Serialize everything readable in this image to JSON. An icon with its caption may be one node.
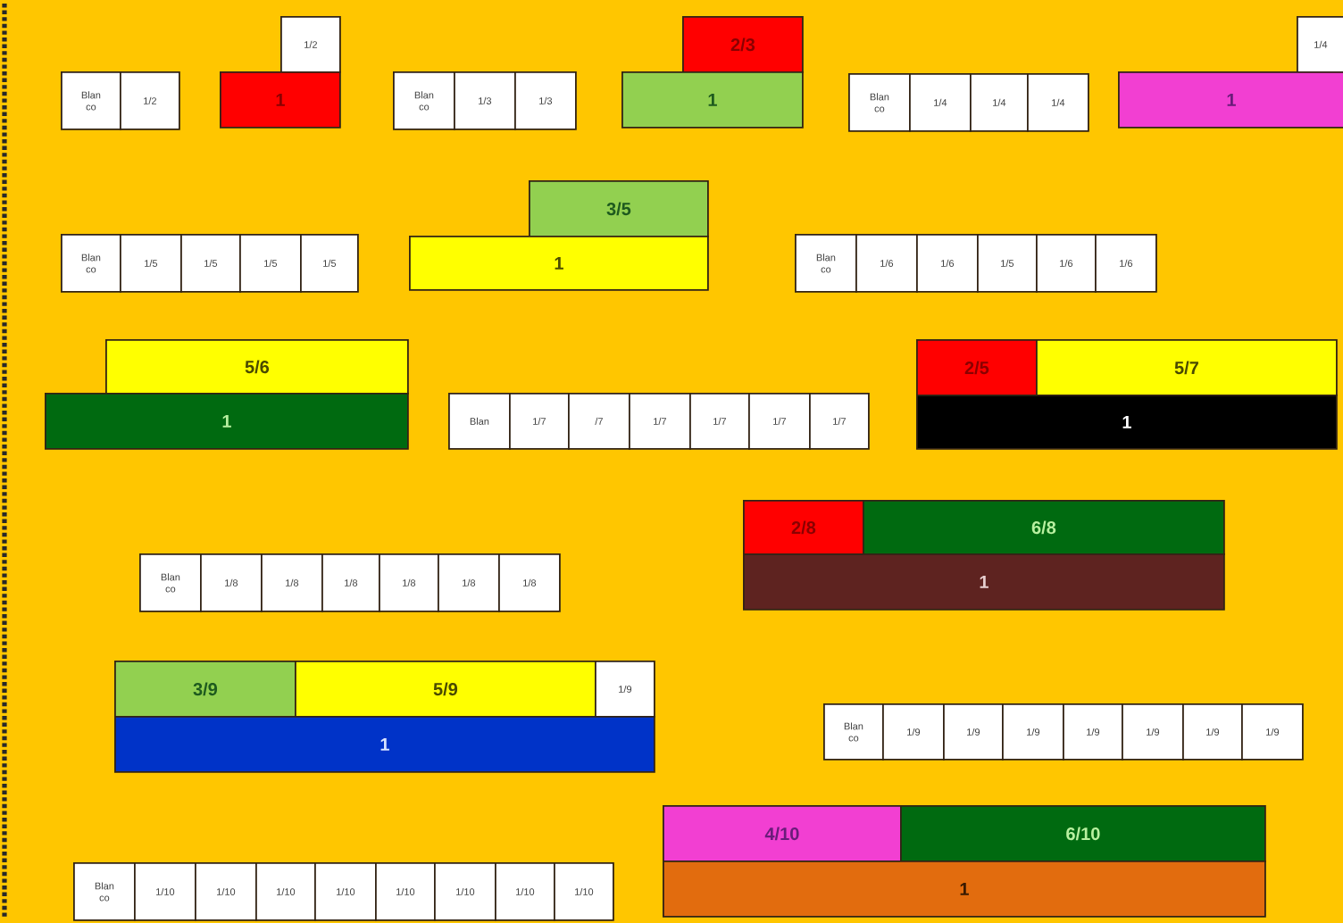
{
  "diagram": {
    "nodes": [
      {
        "text": [
          "Blan co"
        ]
      },
      {
        "text": [
          "1/2"
        ]
      },
      {
        "text": [
          "1/2"
        ]
      },
      {
        "text": [
          "1"
        ]
      },
      {
        "text": [
          "Blan co"
        ]
      },
      {
        "text": [
          "1/3"
        ]
      },
      {
        "text": [
          "1/3"
        ]
      },
      {
        "text": [
          "2/3"
        ]
      },
      {
        "text": [
          "1"
        ]
      },
      {
        "text": [
          "Blan co"
        ]
      },
      {
        "text": [
          "1/4"
        ]
      },
      {
        "text": [
          "1/4"
        ]
      },
      {
        "text": [
          "1/4"
        ]
      },
      {
        "text": [
          "1/4"
        ]
      },
      {
        "text": [
          "1"
        ]
      },
      {
        "text": [
          "Blan co"
        ]
      },
      {
        "text": [
          "1/5"
        ]
      },
      {
        "text": [
          "1/5"
        ]
      },
      {
        "text": [
          "1/5"
        ]
      },
      {
        "text": [
          "1/5"
        ]
      },
      {
        "text": [
          "3/5"
        ]
      },
      {
        "text": [
          "1"
        ]
      },
      {
        "text": [
          "Blan co"
        ]
      },
      {
        "text": [
          "1/6"
        ]
      },
      {
        "text": [
          "1/6"
        ]
      },
      {
        "text": [
          "1/5"
        ]
      },
      {
        "text": [
          "1/6"
        ]
      },
      {
        "text": [
          "1/6"
        ]
      },
      {
        "text": [
          "5/6"
        ]
      },
      {
        "text": [
          "1"
        ]
      },
      {
        "text": [
          "Blan"
        ]
      },
      {
        "text": [
          "1/7"
        ]
      },
      {
        "text": [
          "/7"
        ]
      },
      {
        "text": [
          "1/7"
        ]
      },
      {
        "text": [
          "1/7"
        ]
      },
      {
        "text": [
          "1/7"
        ]
      },
      {
        "text": [
          "1/7"
        ]
      },
      {
        "text": [
          "2/5"
        ]
      },
      {
        "text": [
          "5/7"
        ]
      },
      {
        "text": [
          "1"
        ]
      },
      {
        "text": [
          "Blan co"
        ]
      },
      {
        "text": [
          "1/8"
        ]
      },
      {
        "text": [
          "1/8"
        ]
      },
      {
        "text": [
          "1/8"
        ]
      },
      {
        "text": [
          "1/8"
        ]
      },
      {
        "text": [
          "1/8"
        ]
      },
      {
        "text": [
          "1/8"
        ]
      },
      {
        "text": [
          "2/8"
        ]
      },
      {
        "text": [
          "6/8"
        ]
      },
      {
        "text": [
          "1"
        ]
      },
      {
        "text": [
          "3/9"
        ]
      },
      {
        "text": [
          "5/9"
        ]
      },
      {
        "text": [
          "1/9"
        ]
      },
      {
        "text": [
          "1"
        ]
      },
      {
        "text": [
          "Blan co"
        ]
      },
      {
        "text": [
          "1/9"
        ]
      },
      {
        "text": [
          "1/9"
        ]
      },
      {
        "text": [
          "1/9"
        ]
      },
      {
        "text": [
          "1/9"
        ]
      },
      {
        "text": [
          "1/9"
        ]
      },
      {
        "text": [
          "1/9"
        ]
      },
      {
        "text": [
          "1/9"
        ]
      },
      {
        "text": [
          "4/10"
        ]
      },
      {
        "text": [
          "6/10"
        ]
      },
      {
        "text": [
          "1"
        ]
      },
      {
        "text": [
          "Blan co"
        ]
      },
      {
        "text": [
          "1/10"
        ]
      },
      {
        "text": [
          "1/10"
        ]
      },
      {
        "text": [
          "1/10"
        ]
      },
      {
        "text": [
          "1/10"
        ]
      },
      {
        "text": [
          "1/10"
        ]
      },
      {
        "text": [
          "1/10"
        ]
      },
      {
        "text": [
          "1/10"
        ]
      },
      {
        "text": [
          "1/10"
        ]
      }
    ]
  }
}
